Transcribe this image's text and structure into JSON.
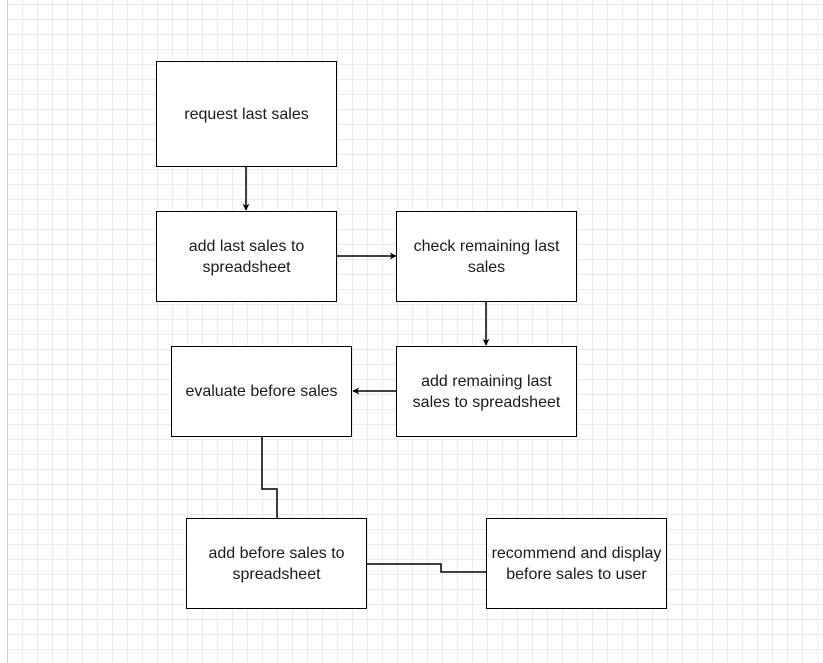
{
  "nodes": {
    "request_last_sales": "request last sales",
    "add_last_sales": "add last sales to spreadsheet",
    "check_remaining": "check remaining last sales",
    "add_remaining": "add remaining last sales to spreadsheet",
    "evaluate_before": "evaluate before sales",
    "add_before": "add before sales to spreadsheet",
    "recommend": "recommend and display before sales to user"
  },
  "colors": {
    "stroke": "#000000",
    "fill": "#ffffff",
    "grid_minor": "#ebebeb",
    "grid_major": "#dcdcdc",
    "text": "#1a1a1a"
  }
}
